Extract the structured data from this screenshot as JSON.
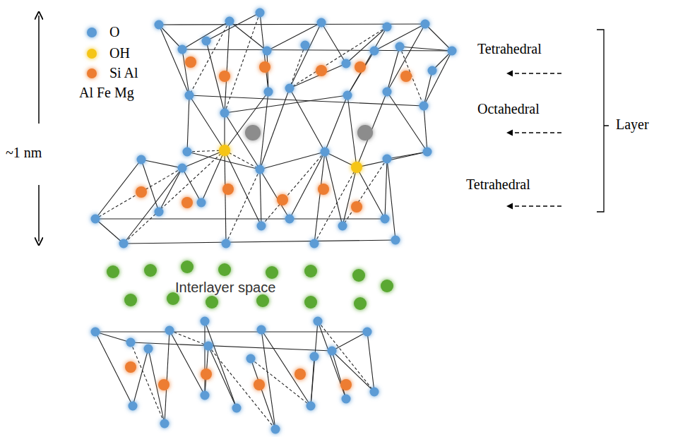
{
  "diagram": {
    "labels": [
      "Al Fe Mg",
      "~1 nm",
      "Tetrahedral",
      "Octahedral",
      "Tetrahedral",
      "Layer",
      "Interlayer space"
    ],
    "legend": [
      {
        "text": "O",
        "color": "#5b9bd5"
      },
      {
        "text": "OH",
        "color": "#f5c518"
      },
      {
        "text": "Si Al",
        "color": "#ed7d31"
      }
    ]
  }
}
